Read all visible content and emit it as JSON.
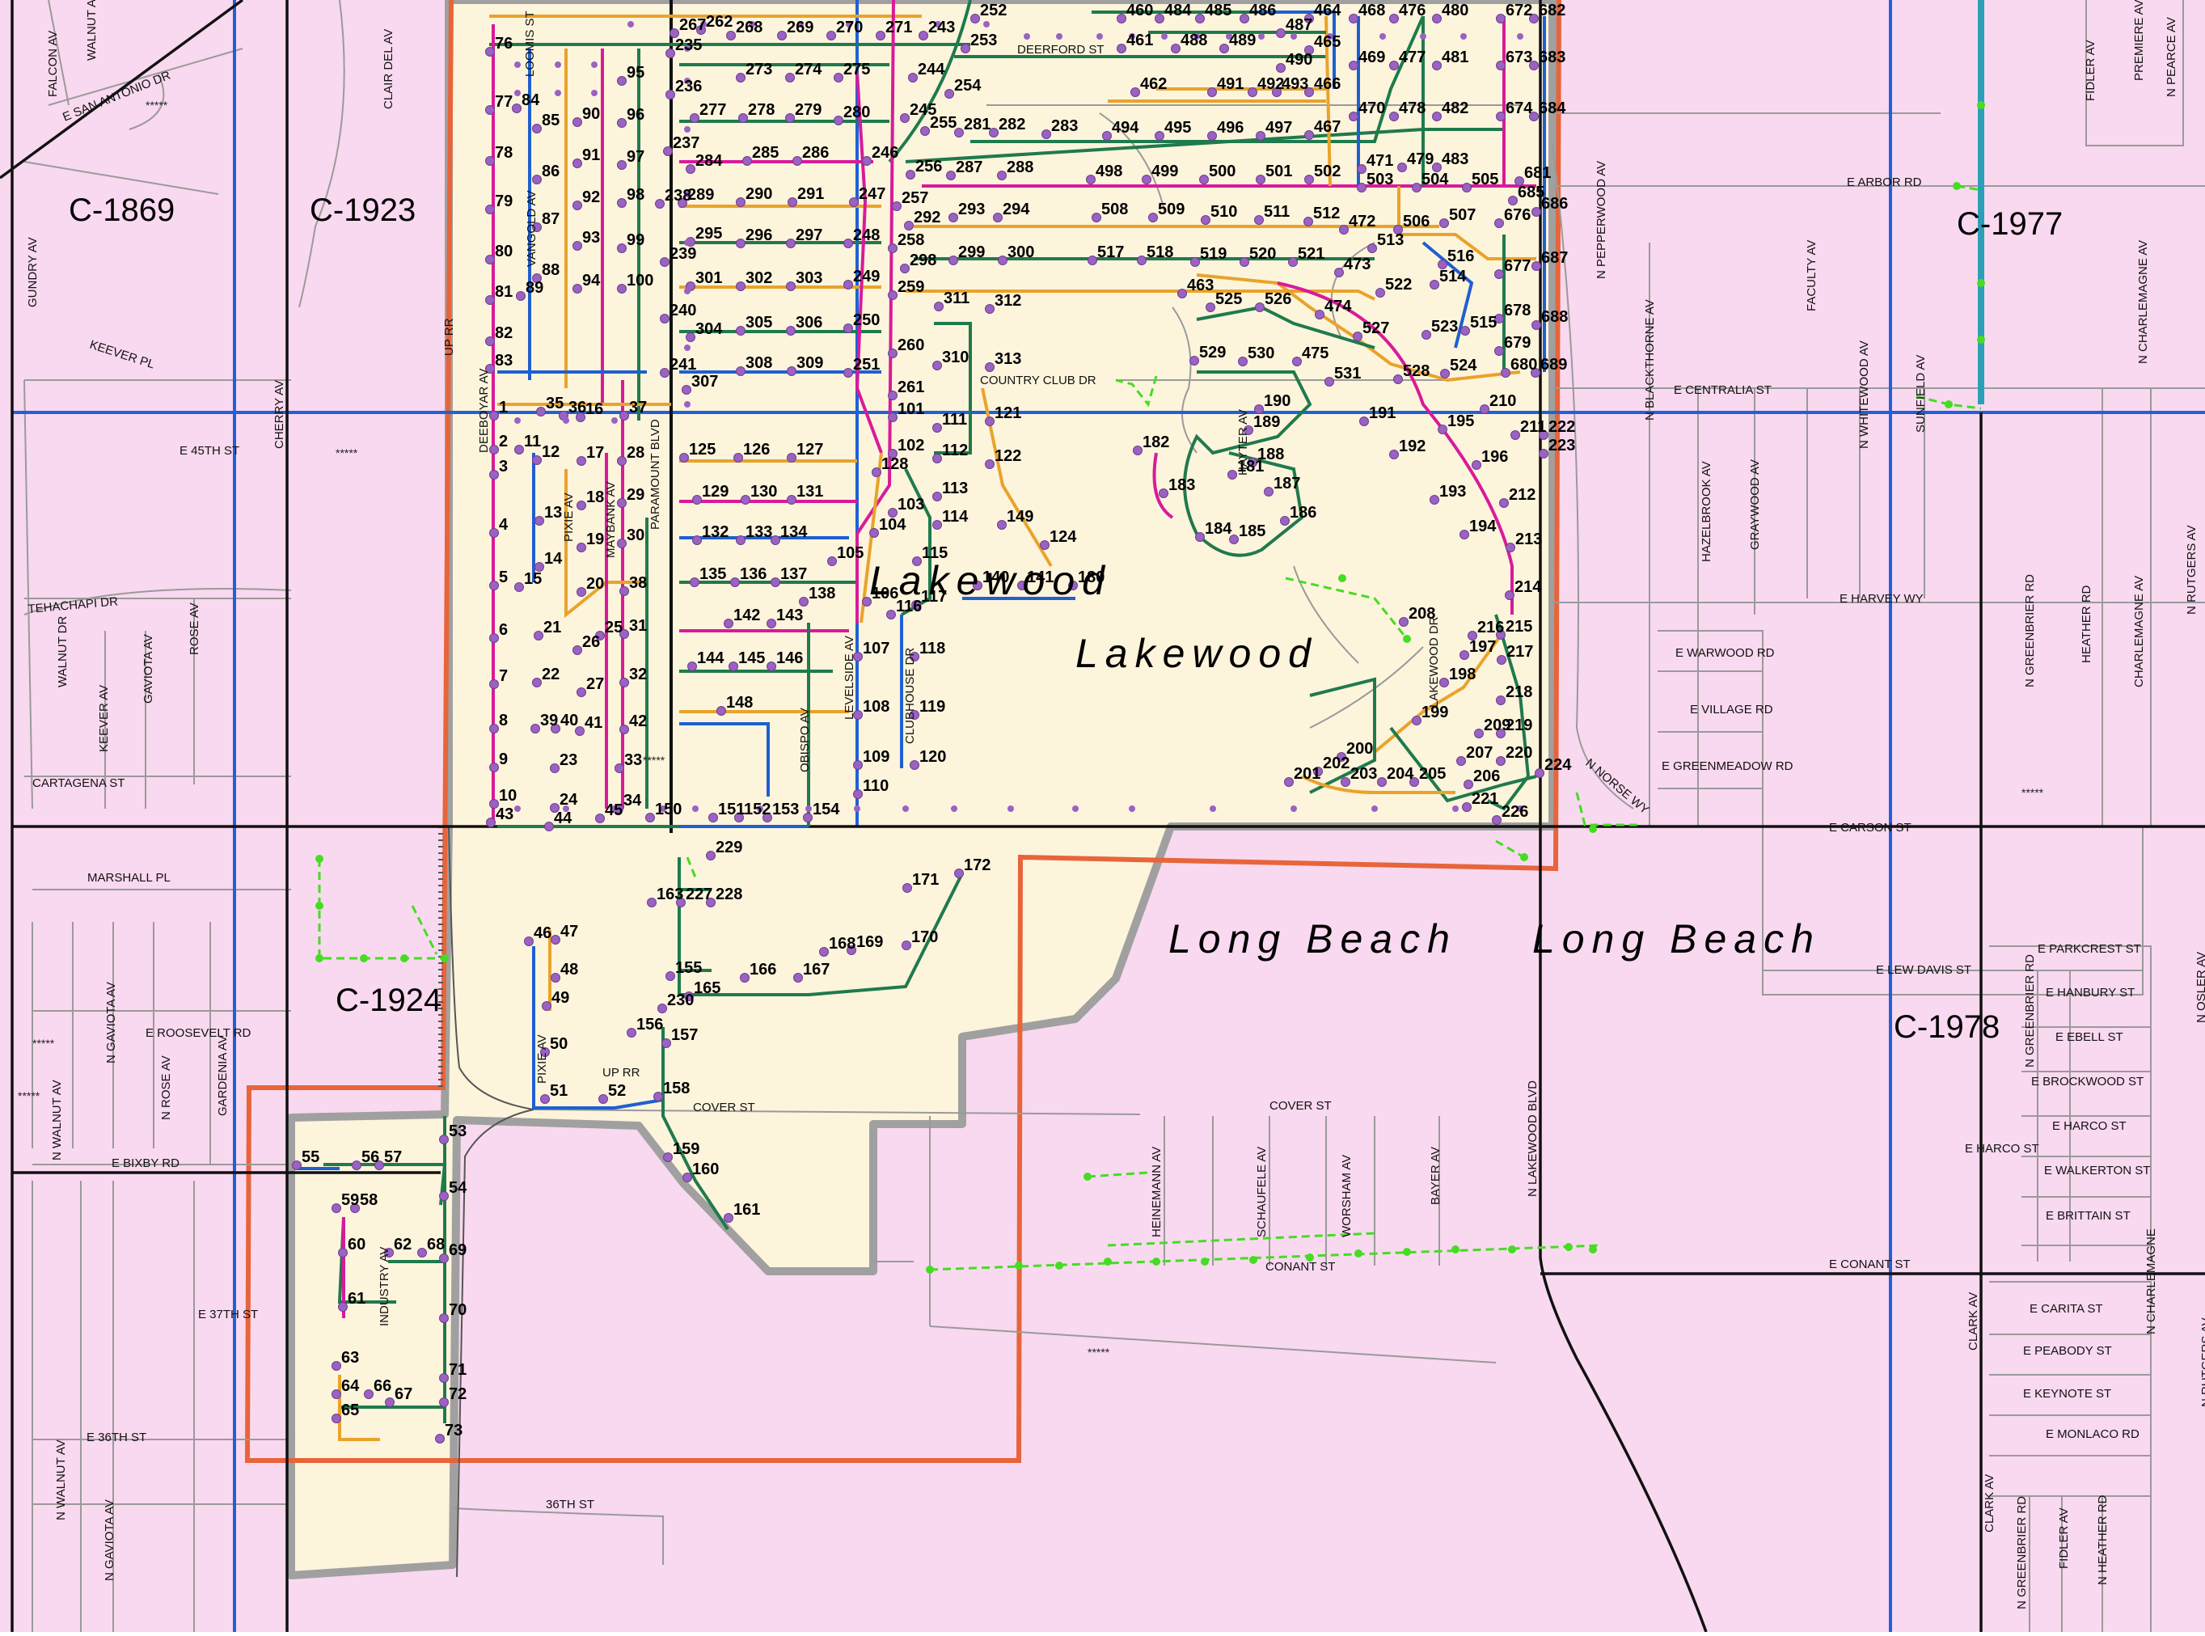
{
  "map_ids": [
    "C-1869",
    "C-1923",
    "C-1924",
    "C-1977",
    "C-1978"
  ],
  "city_labels": [
    "Lakewood",
    "Lakewood",
    "Long Beach",
    "Long Beach"
  ],
  "streets_h": [
    "E SAN ANTONIO DR",
    "E 45TH ST",
    "TEHACHAPI DR",
    "CARTAGENA ST",
    "MARSHALL PL",
    "E ROOSEVELT RD",
    "E BIXBY RD",
    "E 37TH ST",
    "E 36TH ST",
    "36TH ST",
    "COVER ST",
    "UP RR",
    "COUNTRY CLUB DR",
    "DEERFORD ST",
    "E ARBOR RD",
    "E CENTRALIA ST",
    "E HARVEY WY",
    "E WARWOOD RD",
    "E VILLAGE RD",
    "E GREENMEADOW RD",
    "E CARSON ST",
    "E LEW DAVIS ST",
    "E PARKCREST ST",
    "E HANBURY ST",
    "E EBELL ST",
    "E BROCKWOOD ST",
    "E HARCO ST",
    "E HARCO ST",
    "E WALKERTON ST",
    "E BRITTAIN ST",
    "E CONANT ST",
    "CONANT ST",
    "COVER ST",
    "E CARITA ST",
    "E PEABODY ST",
    "E KEYNOTE ST",
    "E MONLACO RD",
    "KEEVER PL",
    "N NORSE WY"
  ],
  "streets_v": [
    "WALNUT AV",
    "FALCON AV",
    "CLAIR DEL AV",
    "GUNDRY AV",
    "CHERRY AV",
    "UP RR",
    "DEEBOYAR AV",
    "LOOMIS ST",
    "VANGOLD AV",
    "PIXIE AV",
    "MAYBANK AV",
    "PARAMOUNT BLVD",
    "LEVELSIDE AV",
    "CLUBHOUSE DR",
    "OBISPO AV",
    "HAYTER AV",
    "LAKEWOOD DR",
    "N PEPPERWOOD AV",
    "N BLACKTHORNE AV",
    "HAZELBROOK AV",
    "GRAYWOOD AV",
    "FACULTY AV",
    "N WHITEWOOD AV",
    "SUNFIELD AV",
    "FIDLER AV",
    "PREMIERE AV",
    "N PEARCE AV",
    "N CHARLEMAGNE AV",
    "N GREENBRIER RD",
    "HEATHER RD",
    "CHARLEMAGNE AV",
    "N RUTGERS AV",
    "WALNUT DR",
    "KEEVER AV",
    "GAVIOTA AV",
    "ROSE AV",
    "N GAVIOTA AV",
    "N WALNUT AV",
    "N ROSE AV",
    "GARDENIA AV",
    "INDUSTRY AV",
    "PIXIE AV",
    "N LAKEWOOD BLVD",
    "HEINEMANN AV",
    "SCHAUFELE AV",
    "WORSHAM AV",
    "BAYER AV",
    "N OSLER AV",
    "N GREENBRIER RD",
    "CLARK AV",
    "N CHARLEMAGNE",
    "N RUTGERS AV",
    "CLARK AV",
    "N GREENBRIER RD",
    "FIDLER AV",
    "N HEATHER RD",
    "N WALNUT AV",
    "N GAVIOTA AV"
  ],
  "nodes": [
    "1",
    "2",
    "3",
    "4",
    "5",
    "6",
    "7",
    "8",
    "9",
    "10",
    "11",
    "12",
    "13",
    "14",
    "15",
    "16",
    "17",
    "18",
    "19",
    "20",
    "21",
    "22",
    "23",
    "24",
    "25",
    "26",
    "27",
    "28",
    "29",
    "30",
    "31",
    "32",
    "33",
    "34",
    "35",
    "36",
    "37",
    "38",
    "39",
    "40",
    "41",
    "42",
    "43",
    "44",
    "45",
    "46",
    "47",
    "48",
    "49",
    "50",
    "51",
    "52",
    "53",
    "54",
    "55",
    "56",
    "57",
    "58",
    "59",
    "60",
    "61",
    "62",
    "63",
    "64",
    "65",
    "66",
    "67",
    "68",
    "69",
    "70",
    "71",
    "72",
    "73",
    "76",
    "77",
    "78",
    "79",
    "80",
    "81",
    "82",
    "83",
    "84",
    "85",
    "86",
    "87",
    "88",
    "89",
    "90",
    "91",
    "92",
    "93",
    "94",
    "95",
    "96",
    "97",
    "98",
    "99",
    "100",
    "101",
    "102",
    "103",
    "104",
    "105",
    "106",
    "107",
    "108",
    "109",
    "110",
    "111",
    "112",
    "113",
    "114",
    "115",
    "116",
    "117",
    "118",
    "119",
    "120",
    "121",
    "122",
    "124",
    "125",
    "126",
    "127",
    "128",
    "129",
    "130",
    "131",
    "132",
    "133",
    "134",
    "135",
    "136",
    "137",
    "138",
    "140",
    "141",
    "142",
    "143",
    "144",
    "145",
    "146",
    "148",
    "149",
    "150",
    "151",
    "152",
    "153",
    "154",
    "155",
    "156",
    "157",
    "158",
    "159",
    "160",
    "161",
    "163",
    "165",
    "166",
    "167",
    "168",
    "169",
    "170",
    "171",
    "172",
    "180",
    "181",
    "182",
    "183",
    "184",
    "185",
    "186",
    "187",
    "188",
    "189",
    "190",
    "191",
    "192",
    "193",
    "194",
    "195",
    "196",
    "197",
    "198",
    "199",
    "200",
    "201",
    "202",
    "203",
    "204",
    "205",
    "206",
    "207",
    "208",
    "209",
    "210",
    "211",
    "212",
    "213",
    "214",
    "215",
    "216",
    "217",
    "218",
    "219",
    "220",
    "221",
    "222",
    "223",
    "224",
    "226",
    "227",
    "228",
    "229",
    "230",
    "235",
    "236",
    "237",
    "238",
    "239",
    "240",
    "241",
    "243",
    "244",
    "245",
    "246",
    "247",
    "248",
    "249",
    "250",
    "251",
    "252",
    "253",
    "254",
    "255",
    "256",
    "257",
    "258",
    "259",
    "260",
    "261",
    "262",
    "267",
    "268",
    "269",
    "270",
    "271",
    "273",
    "274",
    "275",
    "277",
    "278",
    "279",
    "280",
    "281",
    "282",
    "283",
    "284",
    "285",
    "286",
    "287",
    "288",
    "289",
    "290",
    "291",
    "292",
    "293",
    "294",
    "295",
    "296",
    "297",
    "298",
    "299",
    "300",
    "301",
    "302",
    "303",
    "304",
    "305",
    "306",
    "307",
    "308",
    "309",
    "310",
    "311",
    "312",
    "313",
    "460",
    "461",
    "462",
    "463",
    "464",
    "465",
    "466",
    "467",
    "468",
    "469",
    "470",
    "471",
    "472",
    "473",
    "474",
    "475",
    "476",
    "477",
    "478",
    "479",
    "480",
    "481",
    "482",
    "483",
    "484",
    "485",
    "486",
    "487",
    "488",
    "489",
    "490",
    "491",
    "492",
    "493",
    "494",
    "495",
    "496",
    "497",
    "498",
    "499",
    "500",
    "501",
    "502",
    "503",
    "504",
    "505",
    "506",
    "507",
    "508",
    "509",
    "510",
    "511",
    "512",
    "513",
    "514",
    "515",
    "516",
    "517",
    "518",
    "519",
    "520",
    "521",
    "522",
    "523",
    "524",
    "525",
    "526",
    "527",
    "528",
    "529",
    "530",
    "531",
    "672",
    "673",
    "674",
    "676",
    "677",
    "678",
    "679",
    "680",
    "681",
    "682",
    "683",
    "684",
    "685",
    "686",
    "687",
    "688",
    "689"
  ],
  "colors": {
    "background": "#f9d9ef",
    "lakewood_fill": "#fdf4dc",
    "boundary_gray": "#a0a0a0",
    "boundary_orange": "#e8643a",
    "grid_blue": "#2060d8",
    "grid_black": "#111111",
    "street": "#9a9a9a",
    "pipe_green": "#1f7a4c",
    "pipe_orange": "#e9a32a",
    "pipe_magenta": "#d81b9a",
    "pipe_blue": "#1f5fd0",
    "proposed_green": "#44dd22",
    "node": "#9b62c2"
  }
}
